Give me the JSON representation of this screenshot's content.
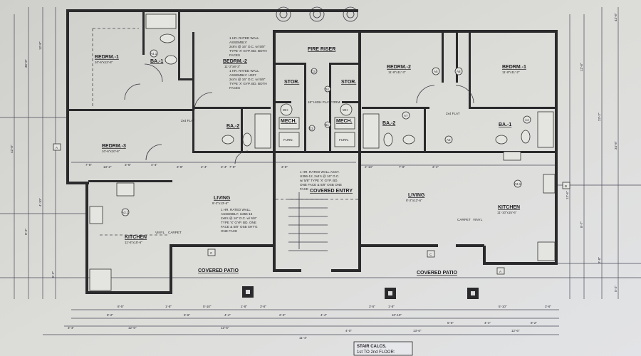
{
  "rooms": {
    "bedrm1_left": {
      "label": "BEDRM.-1",
      "size": "10'-6\"x12'-8\""
    },
    "bedrm2_left": {
      "label": "BEDRM.-2",
      "size": "11'-2\"x8'-3\""
    },
    "bedrm3": {
      "label": "BEDRM.-3",
      "size": "10'-6\"x10'-6\""
    },
    "ba1_left": {
      "label": "BA.-1"
    },
    "ba2_left": {
      "label": "BA.-2"
    },
    "living_left": {
      "label": "LIVING",
      "size": "8'-2\"x13'-6\""
    },
    "kitchen_left": {
      "label": "KITCHEN",
      "size": "11'-6\"x15'-6\""
    },
    "patio_left": {
      "label": "COVERED PATIO"
    },
    "entry": {
      "label": "COVERED ENTRY"
    },
    "fire_riser": {
      "label": "FIRE RISER"
    },
    "stor_left": {
      "label": "STOR."
    },
    "stor_right": {
      "label": "STOR."
    },
    "mech_left": {
      "label": "MECH."
    },
    "mech_right": {
      "label": "MECH."
    },
    "furn_left": {
      "label": "FURN."
    },
    "furn_right": {
      "label": "FURN."
    },
    "wh": "WH",
    "platform": "18\" HIGH PLATFORM",
    "bedrm2_right": {
      "label": "BEDRM.-2",
      "size": "11'-8\"x11'-3\""
    },
    "bedrm1_right": {
      "label": "BEDRM.-1",
      "size": "11'-8\"x11'-2\""
    },
    "ba2_right": {
      "label": "BA.-2"
    },
    "ba1_right": {
      "label": "BA.-1"
    },
    "living_right": {
      "label": "LIVING",
      "size": "8'-2\"x13'-6\""
    },
    "kitchen_right": {
      "label": "KITCHEN",
      "size": "11'-10\"x15'-6\""
    },
    "patio_right": {
      "label": "COVERED PATIO"
    }
  },
  "notes": {
    "wall_a": [
      "1 HR. RATED WALL",
      "ASSEMBLY:",
      "2x6's @ 16\" O.C. w/ 5/8\"",
      "TYPE 'X' GYP. BD. BOTH",
      "FACES"
    ],
    "wall_b": [
      "1 HR. RATED WALL",
      "ASSEMBLY: U307",
      "2x4's @ 16\" O.C. w/ 5/8\"",
      "TYPE 'X' GYP. BD. BOTH",
      "FACES"
    ],
    "wall_c": [
      "1 HR. RATED WALL",
      "ASSEMBLY: U356-15",
      "2x6's @ 16\" O.C. w/ 5/8\"",
      "TYPE 'X' GYP. BD. ONE",
      "FACE & 5/8\" OSB SHT'G",
      "ONE FACE"
    ],
    "wall_d": [
      "1 HR. RATED WALL ASSY.",
      "U356-12, 2x4's @ 16\" O.C.",
      "w/ 5/8\" TYPE 'X' GYP. BD.",
      "ONE FACE & 5/8\" OSB ONE",
      "FACE"
    ],
    "flat_left": "2x4 FLAT",
    "flat_right": "2x4 FLAT",
    "floor_left": [
      "VINYL",
      "CARPET"
    ],
    "floor_right": [
      "CARPET",
      "VINYL"
    ],
    "stair_calcs": [
      "STAIR CALCS.",
      "1st TO 2nd FLOOR:"
    ]
  },
  "dimensions": {
    "top_left": [
      "7'-8\"",
      "3'-6\"",
      "4'-4\"",
      "13'-2\"",
      "2'-4\"",
      "3'-8\"",
      "3'-4\"",
      "7'-8\""
    ],
    "top_right": [
      "3'-8\"",
      "2'-10\"",
      "7'-8\"",
      "3'-4\""
    ],
    "bottom_row1": [
      "8'-5\"",
      "1'-8\"",
      "5'-10\"",
      "1'-8\"",
      "3'-8\"",
      "3'-5\"",
      "1'-8\"",
      "5'-10\"",
      "3'-6\""
    ],
    "bottom_row2": [
      "8'-2\"",
      "5'-6\"",
      "4'-4\"",
      "2'-3\"",
      "4'-4\"",
      "10'-10\"",
      "5'-6\"",
      "4'-4\"",
      "8'-2\""
    ],
    "bottom_row3": [
      "3'-4\"",
      "12'-6\"",
      "12'-6\"",
      "4'-0\"",
      "13'-6\"",
      "12'-6\""
    ],
    "overall": "11'-4\"",
    "left_side": [
      "36'-8\"",
      "42'-8\"",
      "12'-8\"",
      "4'-10\"",
      "8'-2\"",
      "5'-2\""
    ],
    "right_side": [
      "12'-8\"",
      "23'-2\"",
      "34'-8\"",
      "42'-8\"",
      "12'-6\"",
      "8'-7\"",
      "3'-8\"",
      "5'-2\""
    ]
  },
  "tags": [
    "A",
    "B",
    "C",
    "A4.1",
    "A3.1",
    "A5",
    "A7",
    "A8",
    "A2",
    "A4",
    "D1",
    "D2",
    "D3",
    "D4"
  ]
}
